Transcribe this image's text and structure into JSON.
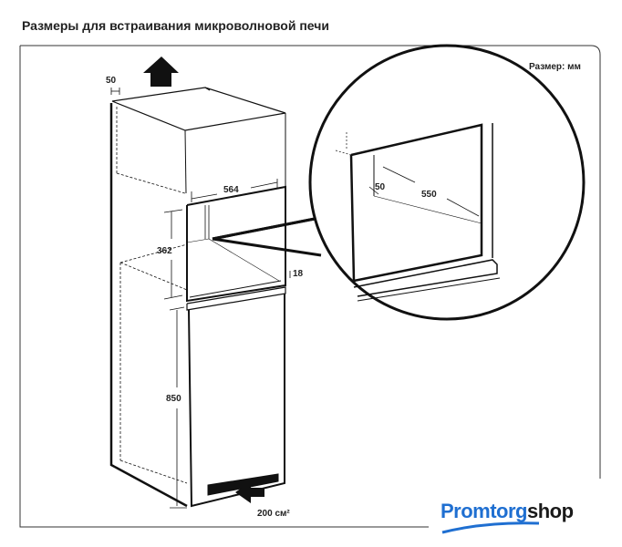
{
  "title": "Размеры для встраивания микроволновой печи",
  "unit_note": "Размер: мм",
  "dimensions": {
    "side_gap": "50",
    "width": "564",
    "height_opening": "362",
    "shelf_thickness": "18",
    "base_height": "850",
    "vent_area": "200 см²",
    "detail_gap": "50",
    "detail_depth": "550"
  },
  "logo": {
    "part1": "Promtorg",
    "part2": "shop",
    "color": "#1f6fd1"
  }
}
